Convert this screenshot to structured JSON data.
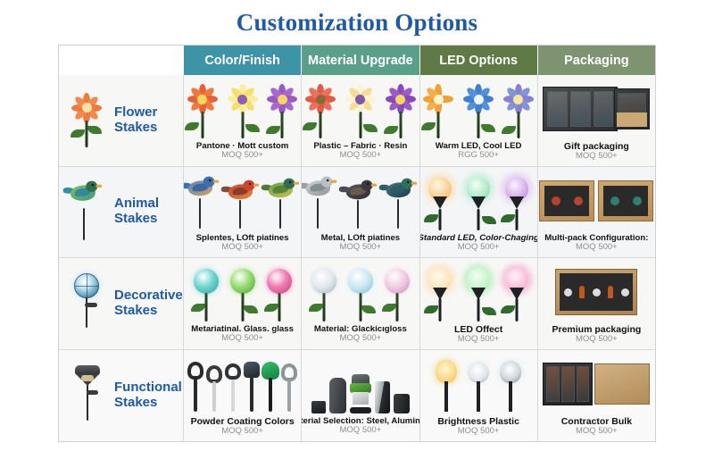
{
  "page": {
    "title": "Customization Options",
    "title_color": "#1f5aa6",
    "background": "#ffffff"
  },
  "table": {
    "corner_label": "",
    "column_headers": [
      {
        "label": "Color/Finish",
        "color": "#3d94a6"
      },
      {
        "label": "Material Upgrade",
        "color": "#5a9f8a"
      },
      {
        "label": "LED Options",
        "color": "#5f7a45"
      },
      {
        "label": "Packaging",
        "color": "#7e9471"
      }
    ],
    "rows": [
      {
        "label_line1": "Flower",
        "label_line2": "Stakes",
        "icon": "flower-stake-icon",
        "cells": [
          {
            "caption": "Pantone · Mott custom",
            "moq": "MOQ 500+",
            "art": "flowers-color",
            "italic": false
          },
          {
            "caption": "Plastic – Fabric · Resin",
            "moq": "MOQ 500+",
            "art": "flowers-material",
            "italic": false
          },
          {
            "caption": "Warm LED, Cool LED",
            "moq": "RGG 500+",
            "art": "flowers-led",
            "italic": false
          },
          {
            "caption": "Gift packaging",
            "moq": "MOQ 500+",
            "art": "packaging-dark-window",
            "italic": false
          }
        ]
      },
      {
        "label_line1": "Animal",
        "label_line2": "Stakes",
        "icon": "bird-stake-icon",
        "cells": [
          {
            "caption": "Splentes, LOft piatines",
            "moq": "MOQ 500+",
            "art": "birds-color",
            "italic": false
          },
          {
            "caption": "Metal, LOft piatines",
            "moq": "MOQ 500+",
            "art": "birds-metal",
            "italic": false
          },
          {
            "caption": "Standard LED, Color-Chaging",
            "moq": "MOQ 500+",
            "art": "bud-lamps-led",
            "italic": true
          },
          {
            "caption": "Multi-pack Configuration:",
            "moq": "MOQ 500+",
            "art": "packaging-kraft-birds",
            "italic": false
          }
        ]
      },
      {
        "label_line1": "Decorative",
        "label_line2": "Stakes",
        "icon": "globe-lantern-icon",
        "cells": [
          {
            "caption": "Metariatinal. Glass. glass",
            "moq": "MOQ 500+",
            "art": "crackle-balls-color",
            "italic": false
          },
          {
            "caption": "Material: Glackicıgloss",
            "moq": "MOQ 500+",
            "art": "crackle-balls-gloss",
            "italic": false
          },
          {
            "caption": "LED Offect",
            "moq": "MOQ 500+",
            "art": "orb-lamps-glow",
            "italic": false
          },
          {
            "caption": "Premium packaging",
            "moq": "MOQ 500+",
            "art": "packaging-kraft-premium",
            "italic": false
          }
        ]
      },
      {
        "label_line1": "Functional",
        "label_line2": "Stakes",
        "icon": "path-light-icon",
        "cells": [
          {
            "caption": "Powder Coating Colors",
            "moq": "MOQ 500+",
            "art": "path-lights-colors",
            "italic": false
          },
          {
            "caption": "Material Selection: Steel, Aluminius",
            "moq": "MOQ 500+",
            "art": "metal-fixtures",
            "italic": false
          },
          {
            "caption": "Brightness Plastic",
            "moq": "MOQ 500+",
            "art": "spot-lamps-bright",
            "italic": false
          },
          {
            "caption": "Contractor Bulk",
            "moq": "MOQ 500+",
            "art": "packaging-bulk-cartons",
            "italic": false
          }
        ]
      }
    ]
  },
  "palette": {
    "flower_orange": "#ef7a3e",
    "flower_yellow": "#f7e06a",
    "flower_purple": "#9b57c4",
    "led_orange": "#f2a032",
    "led_blue": "#3f7fd0",
    "led_violet": "#8b7fd4",
    "bird_blue": "#3b6fb0",
    "bird_red": "#c9452f",
    "bird_green": "#6aa04a",
    "glow_warm": "#ffd79a",
    "glow_green": "#9ae89a",
    "glow_pink": "#f590c0",
    "crackle_teal": "#56c4c0",
    "crackle_green": "#7fd06a",
    "crackle_pink": "#e86fa8",
    "grid_line": "#d8d8d8",
    "border": "#cfcfcf",
    "moq_text": "#8e8e8e"
  }
}
